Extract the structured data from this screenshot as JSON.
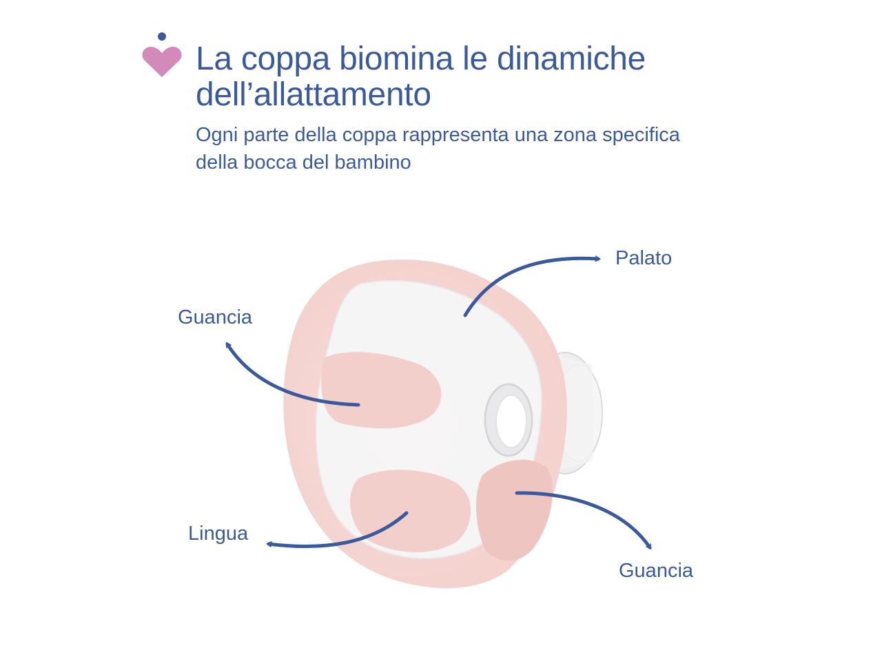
{
  "header": {
    "title": "La coppa biomina le dinamiche dell’allattamento",
    "subtitle": "Ogni parte della coppa rappresenta una zona specifica della bocca del bambino"
  },
  "labels": {
    "palato": "Palato",
    "guancia_left": "Guancia",
    "lingua": "Lingua",
    "guancia_right": "Guancia"
  },
  "colors": {
    "text": "#3a5a9c",
    "arrow": "#3a5a9c",
    "logo_heart": "#d38ab8",
    "logo_dot": "#3a5a9c",
    "cup_pink": "#f6d9d6",
    "cup_lobe": "#f1c9c6",
    "cup_clear": "#f5f5f6"
  }
}
